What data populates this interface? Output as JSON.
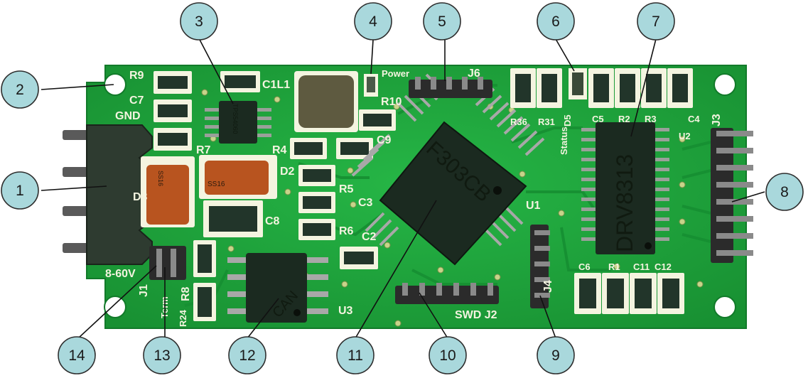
{
  "callouts": [
    "1",
    "2",
    "3",
    "4",
    "5",
    "6",
    "7",
    "8",
    "9",
    "10",
    "11",
    "12",
    "13",
    "14"
  ],
  "board_labels": {
    "R9": "R9",
    "C7": "C7",
    "GND": "GND",
    "R7": "R7",
    "C1L1": "C1L1",
    "Power": "Power",
    "J6": "J6",
    "R10": "R10",
    "C9": "C9",
    "R4": "R4",
    "D2": "D2",
    "D3": "D3",
    "R5": "R5",
    "C3": "C3",
    "C8": "C8",
    "R6": "R6",
    "C2": "C2",
    "U1": "U1",
    "R36": "R36",
    "R31": "R31",
    "D5": "D5",
    "Status": "Status",
    "C5": "C5",
    "R2": "R2",
    "R3": "R3",
    "C4": "C4",
    "J3": "J3",
    "U2": "U2",
    "C6": "C6",
    "R1": "R1",
    "C11": "C11",
    "C12": "C12",
    "J4": "J4",
    "SWD_J2": "SWD J2",
    "U3": "U3",
    "J1": "J1",
    "8-60V": "8-60V",
    "Term": "Term",
    "R8": "R8",
    "R24": "R24"
  },
  "chip_labels": {
    "mcu": "F303CB",
    "driver": "DRV8313",
    "can": "CAN",
    "ic_small": "TPS54060",
    "diode_d3": "SS16",
    "diode_d2": "SS16"
  },
  "colors": {
    "pcb": "#1fa63c",
    "silkscreen": "#f4f4e0",
    "callout_fill": "#a9d8dc",
    "callout_stroke": "#2d2d2d",
    "chip": "#1b2a20",
    "header": "#2b2b2b",
    "diode": "#b8541f",
    "inductor": "#5e5a40"
  }
}
